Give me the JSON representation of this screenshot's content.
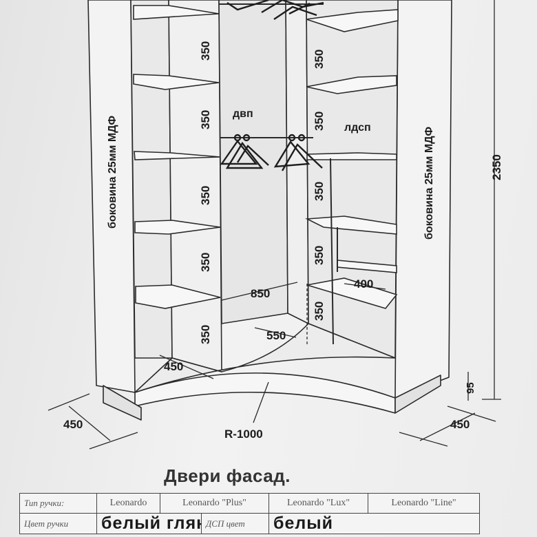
{
  "diagram": {
    "shelf_height_labels_left": [
      "350",
      "350",
      "350",
      "350",
      "350"
    ],
    "shelf_height_labels_right": [
      "350",
      "350",
      "350",
      "350",
      "350"
    ],
    "side_panel_left_label": "боковина 25мм МДФ",
    "side_panel_right_label": "боковина 25мм МДФ",
    "center_material_label": "двп",
    "right_material_label": "лдсп",
    "dim_850": "850",
    "dim_550": "550",
    "dim_400": "400",
    "dim_450_shelf": "450",
    "dim_450_base_left": "450",
    "dim_450_base_right": "450",
    "dim_radius": "R-1000",
    "dim_total_height": "2350",
    "dim_plinth": "95"
  },
  "doors_title": "Двери фасад.",
  "table": {
    "row1": {
      "label": "Тип ручки:",
      "options": [
        "Leonardo",
        "Leonardo \"Plus\"",
        "Leonardo \"Lux\"",
        "Leonardo \"Line\""
      ]
    },
    "row2": {
      "label": "Цвет ручки",
      "value": "белый глянец",
      "dsp_label": "ДСП цвет",
      "dsp_value": "белый"
    }
  }
}
